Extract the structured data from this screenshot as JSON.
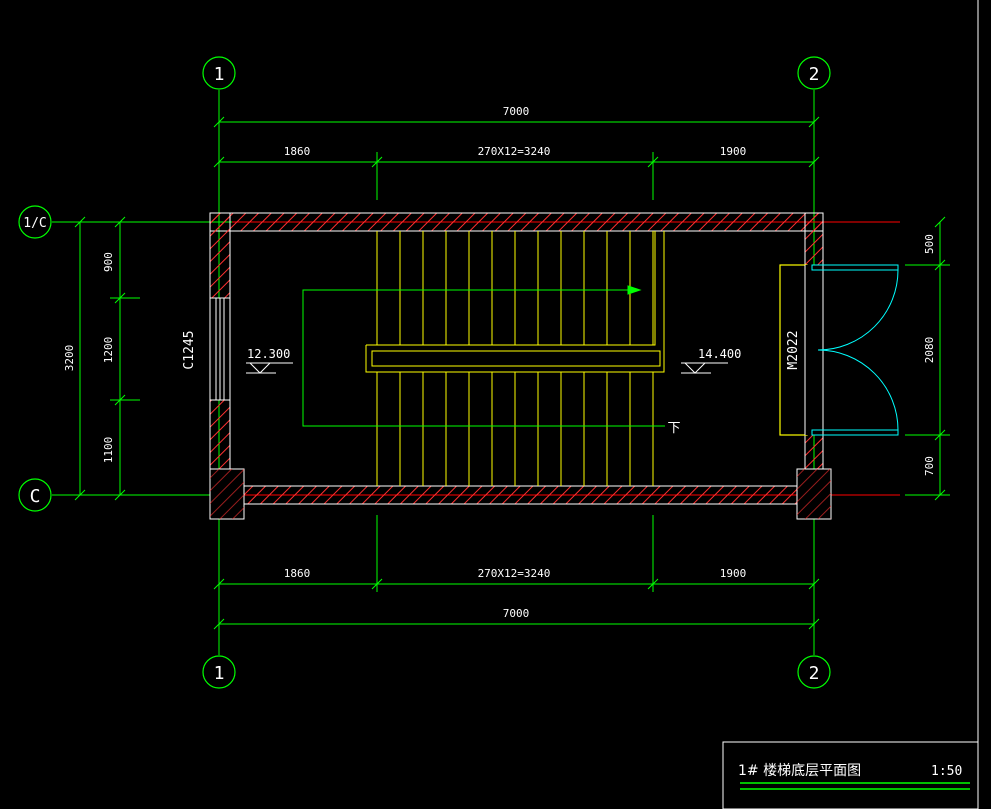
{
  "drawing": {
    "grid_axes": {
      "top_left": "1",
      "top_right": "2",
      "bottom_left": "1",
      "bottom_right": "2",
      "row_top": "1/C",
      "row_bottom": "C"
    },
    "dimensions": {
      "top_total": "7000",
      "top_left_seg": "1860",
      "top_mid_seg": "270X12=3240",
      "top_right_seg": "1900",
      "bottom_total": "7000",
      "bottom_left_seg": "1860",
      "bottom_mid_seg": "270X12=3240",
      "bottom_right_seg": "1900",
      "left_total": "3200",
      "left_seg_top": "900",
      "left_seg_mid": "1200",
      "left_seg_bottom": "1100",
      "right_seg_top": "500",
      "right_seg_mid": "2080",
      "right_seg_bottom": "700"
    },
    "labels": {
      "window": "C1245",
      "door": "M2022",
      "level_left": "12.300",
      "level_right": "14.400",
      "down": "下"
    }
  },
  "title_block": {
    "title": "1# 楼梯底层平面图",
    "scale": "1:50"
  },
  "colors": {
    "background": "#000000",
    "green": "#00ff00",
    "red": "#ff0000",
    "yellow": "#ffff00",
    "cyan": "#00ffff",
    "white": "#ffffff"
  }
}
